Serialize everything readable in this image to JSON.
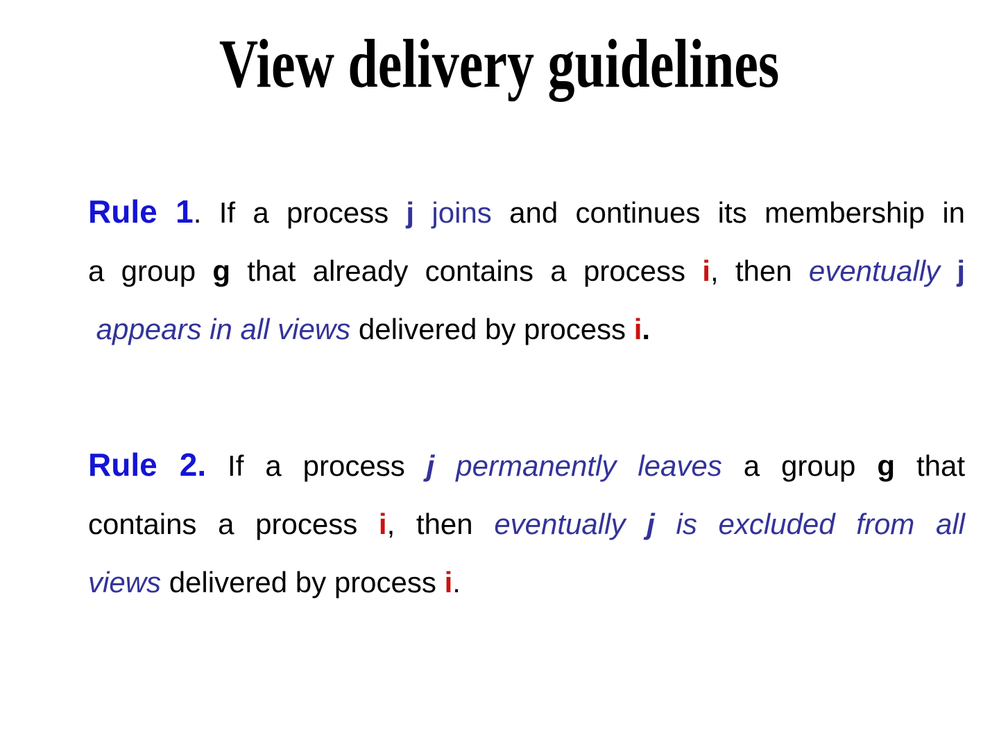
{
  "title": "View delivery guidelines",
  "colors": {
    "background": "#ffffff",
    "text_black": "#000000",
    "label_blue": "#1414d6",
    "navy": "#333399",
    "red": "#cc1111"
  },
  "rules": [
    {
      "name": "rule-1",
      "lines": [
        {
          "runs": [
            {
              "text": "Rule 1",
              "style": "label"
            },
            {
              "text": ". ",
              "style": "plain"
            },
            {
              "text": "If a process ",
              "style": "plain"
            },
            {
              "text": "j",
              "style": "navy-bold"
            },
            {
              "text": " ",
              "style": "plain"
            },
            {
              "text": "joins",
              "style": "navy"
            },
            {
              "text": " and continues its membership in",
              "style": "plain"
            }
          ]
        },
        {
          "runs": [
            {
              "text": "a group ",
              "style": "plain"
            },
            {
              "text": "g",
              "style": "bold"
            },
            {
              "text": " that already contains a process ",
              "style": "plain"
            },
            {
              "text": "i",
              "style": "red-bold"
            },
            {
              "text": ", then ",
              "style": "plain"
            },
            {
              "text": "eventually",
              "style": "navy-italic"
            },
            {
              "text": " ",
              "style": "plain"
            },
            {
              "text": "j",
              "style": "navy-bold"
            }
          ]
        },
        {
          "runs": [
            {
              "text": " appears in all views",
              "style": "navy-italic"
            },
            {
              "text": " delivered by process ",
              "style": "plain"
            },
            {
              "text": "i",
              "style": "red-bold"
            },
            {
              "text": ".",
              "style": "bold"
            }
          ]
        }
      ]
    },
    {
      "name": "rule-2",
      "lines": [
        {
          "runs": [
            {
              "text": "Rule 2.",
              "style": "label"
            },
            {
              "text": " If a process ",
              "style": "plain"
            },
            {
              "text": "j",
              "style": "navy-bold-italic"
            },
            {
              "text": " ",
              "style": "plain"
            },
            {
              "text": "permanently leaves",
              "style": "navy-italic"
            },
            {
              "text": " a group ",
              "style": "plain"
            },
            {
              "text": "g",
              "style": "bold"
            },
            {
              "text": " that",
              "style": "plain"
            }
          ]
        },
        {
          "runs": [
            {
              "text": "contains a process ",
              "style": "plain"
            },
            {
              "text": "i",
              "style": "red-bold"
            },
            {
              "text": ", then ",
              "style": "plain"
            },
            {
              "text": "eventually ",
              "style": "navy-italic"
            },
            {
              "text": "j",
              "style": "navy-bold-italic"
            },
            {
              "text": " is excluded from all",
              "style": "navy-italic"
            }
          ]
        },
        {
          "runs": [
            {
              "text": "views",
              "style": "navy-italic"
            },
            {
              "text": " delivered by process ",
              "style": "plain"
            },
            {
              "text": "i",
              "style": "red-bold"
            },
            {
              "text": ".",
              "style": "plain"
            }
          ]
        }
      ]
    }
  ]
}
